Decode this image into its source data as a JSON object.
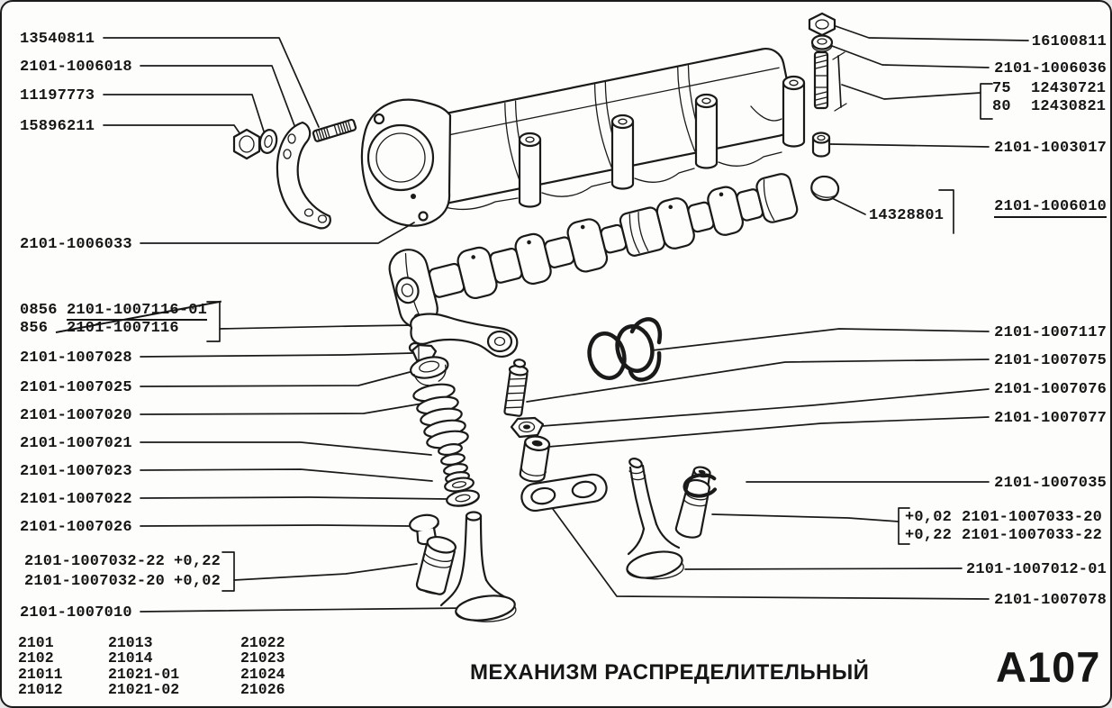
{
  "sheet": {
    "title": "МЕХАНИЗМ РАСПРЕДЕЛИТЕЛЬНЫЙ",
    "code": "A107"
  },
  "callouts_left": [
    {
      "part": "13540811"
    },
    {
      "part": "2101-1006018"
    },
    {
      "part": "11197773"
    },
    {
      "part": "15896211"
    },
    {
      "part": "2101-1006033"
    },
    {
      "part": "2101-1007028"
    },
    {
      "part": "2101-1007025"
    },
    {
      "part": "2101-1007020"
    },
    {
      "part": "2101-1007021"
    },
    {
      "part": "2101-1007023"
    },
    {
      "part": "2101-1007022"
    },
    {
      "part": "2101-1007026"
    },
    {
      "part": "2101-1007010"
    }
  ],
  "rocker_variants": {
    "rows": [
      {
        "code": "0856",
        "part": "2101-1007116-01",
        "struck": true
      },
      {
        "code": "856",
        "part": "2101-1007116",
        "struck": false
      }
    ]
  },
  "tappet_variants": {
    "rows": [
      {
        "part": "2101-1007032-22",
        "tolerance": "+0,22"
      },
      {
        "part": "2101-1007032-20",
        "tolerance": "+0,02"
      }
    ]
  },
  "stud_variants": {
    "rows": [
      {
        "length": "75",
        "part": "12430721"
      },
      {
        "length": "80",
        "part": "12430821"
      }
    ]
  },
  "guide_variants": {
    "rows": [
      {
        "tolerance": "+0,02",
        "part": "2101-1007033-20"
      },
      {
        "tolerance": "+0,22",
        "part": "2101-1007033-22"
      }
    ]
  },
  "callouts_right": [
    {
      "part": "16100811"
    },
    {
      "part": "2101-1006036"
    },
    {
      "part": "2101-1003017"
    },
    {
      "part": "14328801"
    },
    {
      "part": "2101-1006010"
    },
    {
      "part": "2101-1007117"
    },
    {
      "part": "2101-1007075"
    },
    {
      "part": "2101-1007076"
    },
    {
      "part": "2101-1007077"
    },
    {
      "part": "2101-1007035"
    },
    {
      "part": "2101-1007012-01"
    },
    {
      "part": "2101-1007078"
    }
  ],
  "model_table": {
    "rows": [
      [
        "2101",
        "21013",
        "21022"
      ],
      [
        "2102",
        "21014",
        "21023"
      ],
      [
        "21011",
        "21021-01",
        "21024"
      ],
      [
        "21012",
        "21021-02",
        "21026"
      ]
    ]
  }
}
